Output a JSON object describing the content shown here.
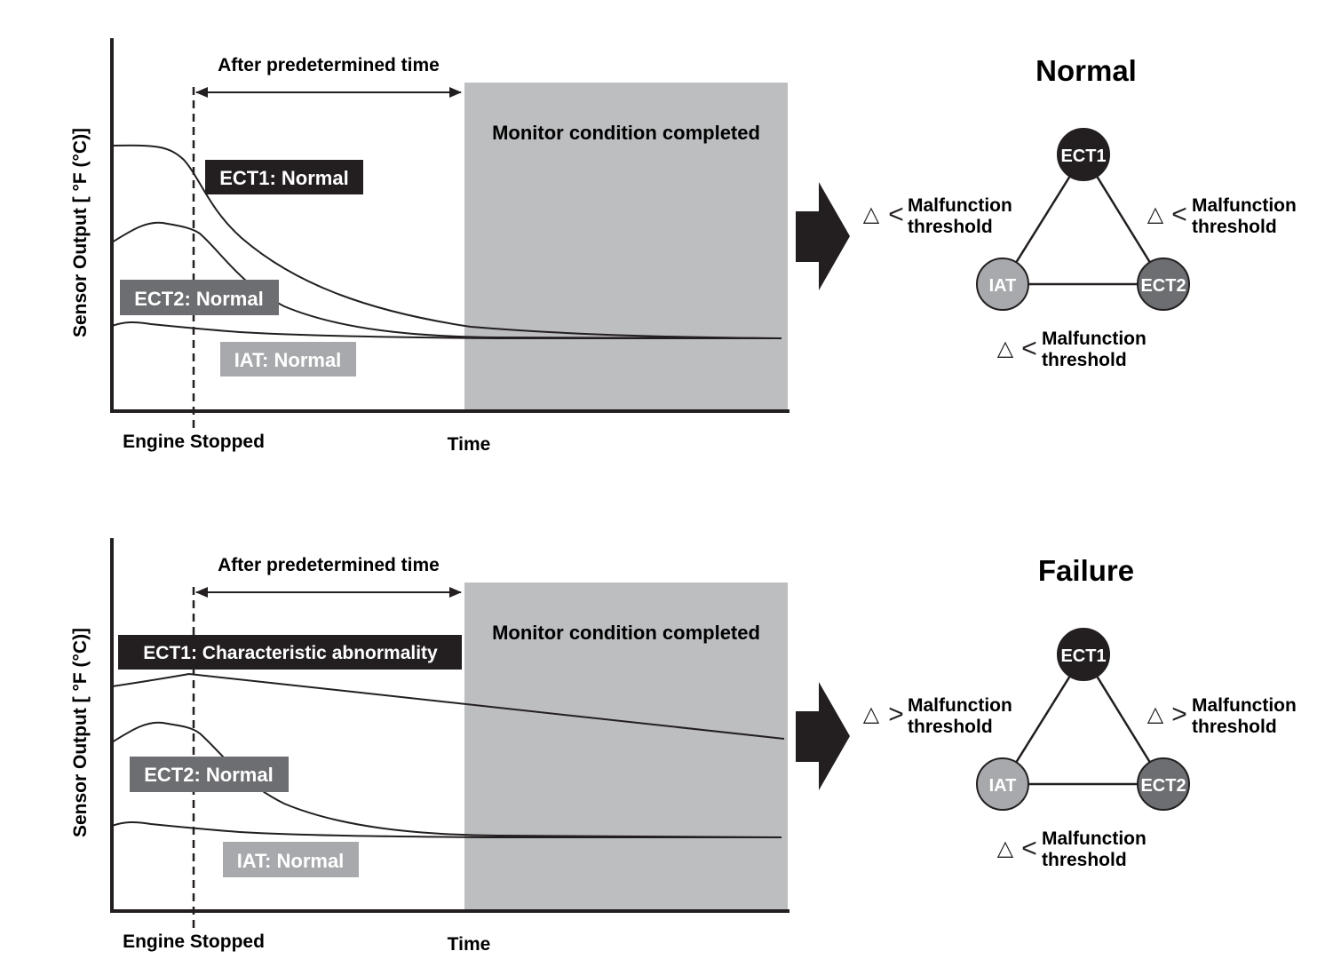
{
  "panels": [
    {
      "key": "normal",
      "chart": {
        "y_axis_label": "Sensor Output [ °F (°C)]",
        "x_start_label": "Engine Stopped",
        "x_axis_label": "Time",
        "interval_label": "After predetermined time",
        "region_label": "Monitor condition completed",
        "ect1_label": "ECT1: Normal",
        "ect2_label": "ECT2: Normal",
        "iat_label": "IAT: Normal"
      },
      "summary": {
        "title": "Normal",
        "nodes": {
          "ect1": "ECT1",
          "iat": "IAT",
          "ect2": "ECT2"
        },
        "edges": {
          "ect1_iat": {
            "symbol": "△",
            "operator": "<",
            "line1": "Malfunction",
            "line2": "threshold"
          },
          "ect1_ect2": {
            "symbol": "△",
            "operator": "<",
            "line1": "Malfunction",
            "line2": "threshold"
          },
          "iat_ect2": {
            "symbol": "△",
            "operator": "<",
            "line1": "Malfunction",
            "line2": "threshold"
          }
        }
      }
    },
    {
      "key": "failure",
      "chart": {
        "y_axis_label": "Sensor Output [ °F (°C)]",
        "x_start_label": "Engine Stopped",
        "x_axis_label": "Time",
        "interval_label": "After predetermined time",
        "region_label": "Monitor condition completed",
        "ect1_label": "ECT1: Characteristic abnormality",
        "ect2_label": "ECT2: Normal",
        "iat_label": "IAT: Normal"
      },
      "summary": {
        "title": "Failure",
        "nodes": {
          "ect1": "ECT1",
          "iat": "IAT",
          "ect2": "ECT2"
        },
        "edges": {
          "ect1_iat": {
            "symbol": "△",
            "operator": ">",
            "line1": "Malfunction",
            "line2": "threshold"
          },
          "ect1_ect2": {
            "symbol": "△",
            "operator": ">",
            "line1": "Malfunction",
            "line2": "threshold"
          },
          "iat_ect2": {
            "symbol": "△",
            "operator": "<",
            "line1": "Malfunction",
            "line2": "threshold"
          }
        }
      }
    }
  ],
  "colors": {
    "ect1": "#231f20",
    "ect2": "#6d6e71",
    "iat": "#a7a9ac",
    "region": "#bcbec0",
    "ink": "#231f20"
  }
}
